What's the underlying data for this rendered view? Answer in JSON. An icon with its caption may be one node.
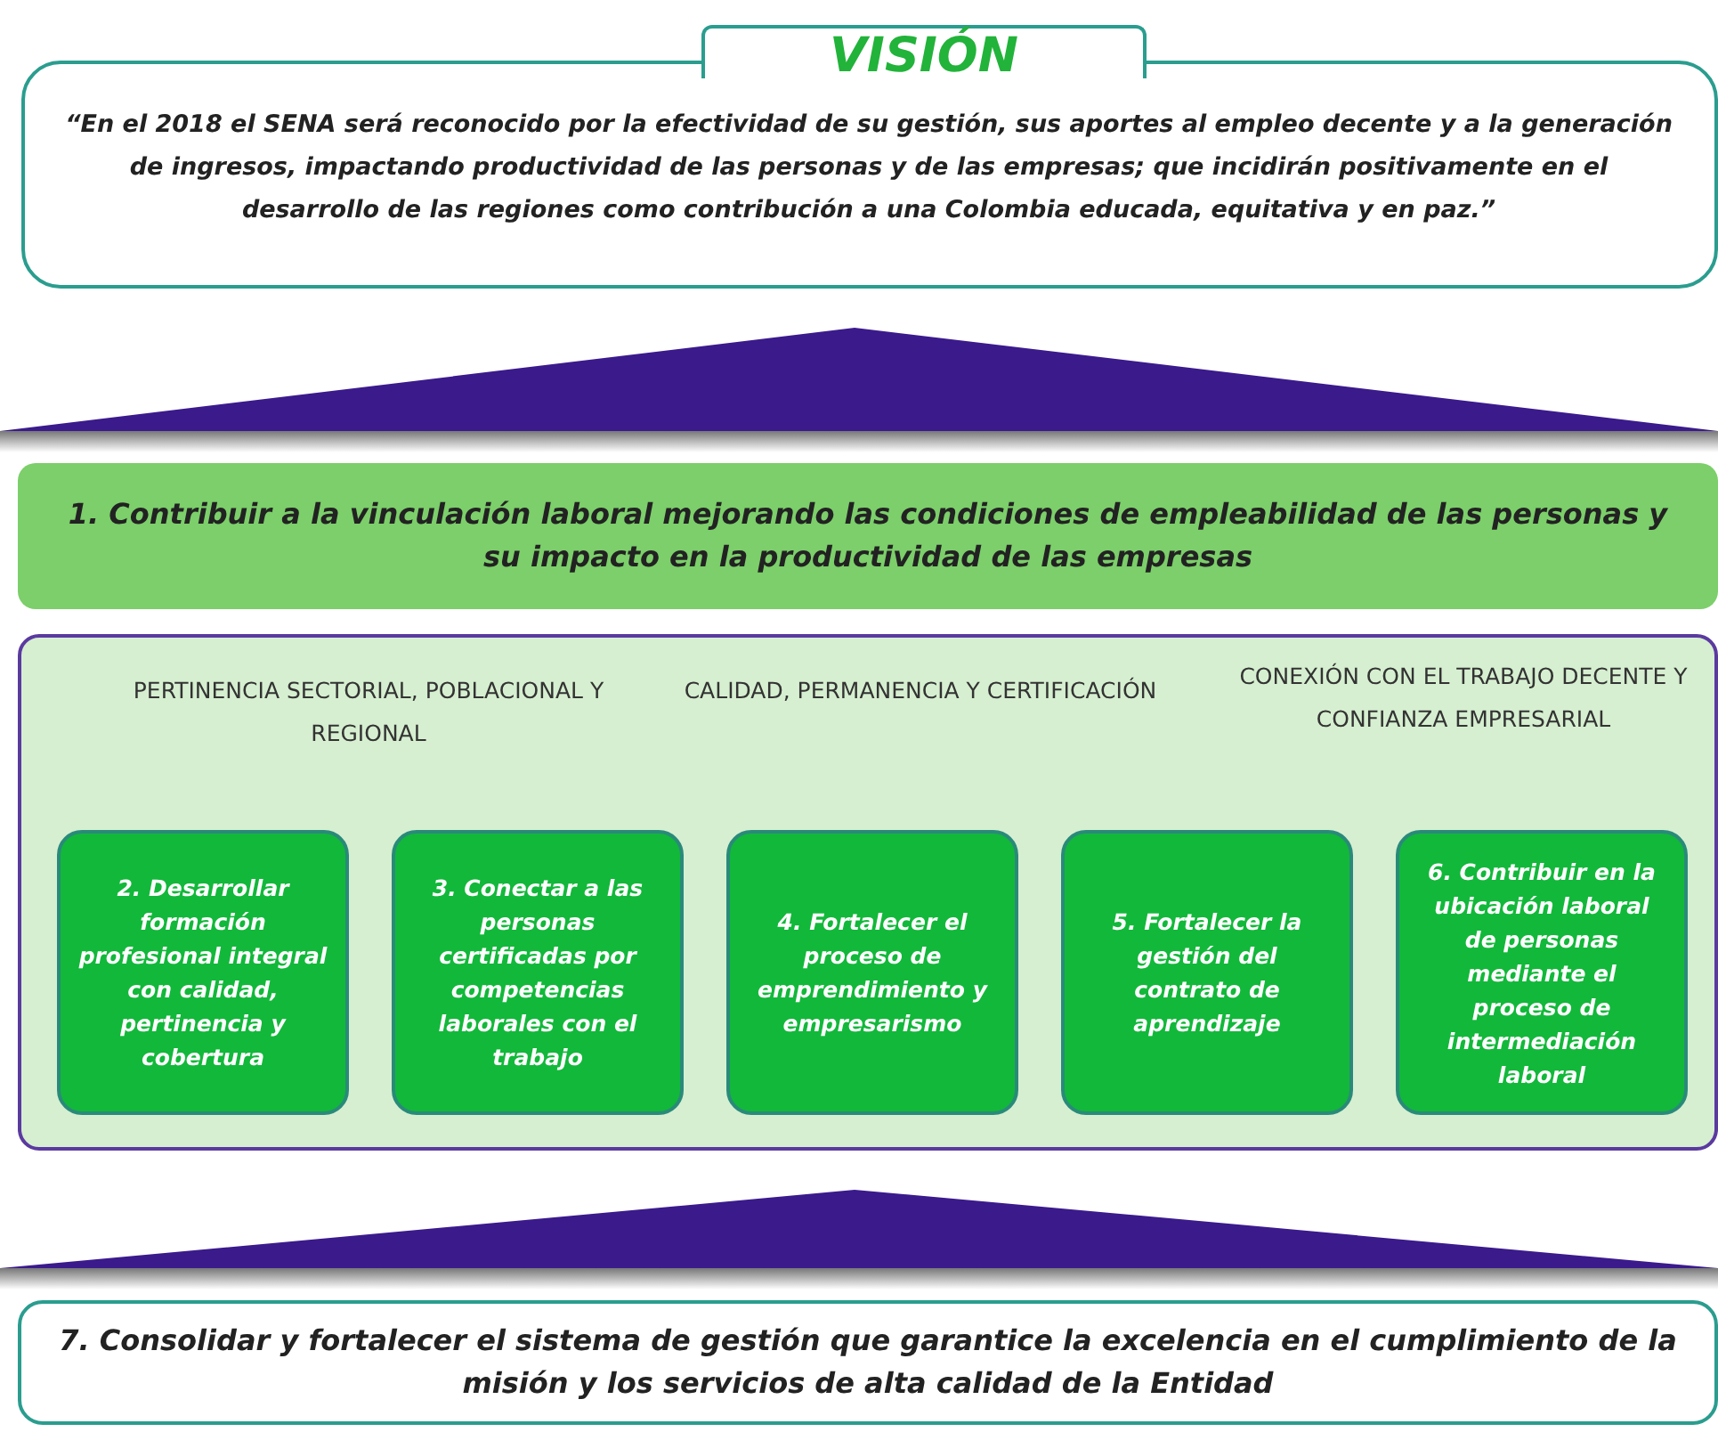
{
  "diagram": {
    "nodes": [
      {
        "text": [
          "VISIÓN",
          "“En el 2018 el SENA será reconocido por la efectividad de su gestión, sus aportes al empleo decente y a la generación de ingresos, impactando productividad de las personas y de las empresas; que incidirán positivamente en el desarrollo de las regiones como contribución a una Colombia educada, equitativa y en paz.”"
        ]
      },
      {
        "text": [
          "1. Contribuir a la vinculación laboral mejorando las condiciones de empleabilidad de las personas y su impacto en la productividad de las empresas"
        ]
      },
      {
        "text": [
          "PERTINENCIA SECTORIAL, POBLACIONAL Y REGIONAL",
          "CALIDAD, PERMANENCIA Y CERTIFICACIÓN",
          "CONEXIÓN CON EL TRABAJO DECENTE Y CONFIANZA EMPRESARIAL"
        ]
      },
      {
        "text": [
          "2. Desarrollar formación profesional integral con calidad, pertinencia y cobertura"
        ],
        "in": 2
      },
      {
        "text": [
          "3. Conectar a las personas certificadas por competencias laborales con el trabajo"
        ],
        "in": 2
      },
      {
        "text": [
          "4. Fortalecer el proceso de emprendimiento y empresarismo"
        ],
        "in": 2
      },
      {
        "text": [
          "5. Fortalecer la gestión del contrato de aprendizaje"
        ],
        "in": 2
      },
      {
        "text": [
          "6. Contribuir en la ubicación laboral de personas mediante el proceso de intermediación laboral"
        ],
        "in": 2
      },
      {
        "text": [
          "7. Consolidar y fortalecer el sistema de gestión que garantice la excelencia en el cumplimiento de la misión y los servicios de alta calidad de la Entidad"
        ]
      }
    ],
    "edges": [
      {
        "from": 1,
        "to": 0,
        "arrow": "to"
      },
      {
        "from": 8,
        "to": 2,
        "arrow": "to"
      }
    ]
  }
}
